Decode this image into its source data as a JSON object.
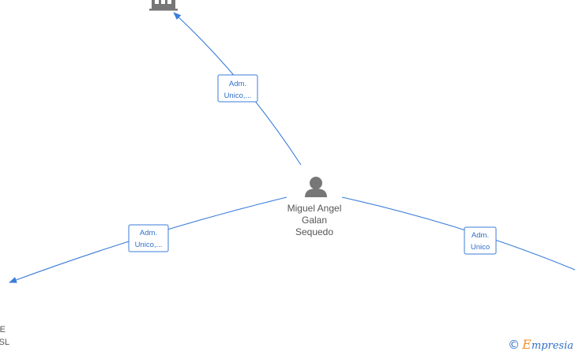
{
  "center_person": {
    "icon": "person-icon",
    "name_lines": [
      "Miguel Angel",
      "Galan",
      "Sequedo"
    ]
  },
  "top_company": {
    "icon": "building-icon"
  },
  "edges": [
    {
      "id": "top",
      "label_lines": [
        "Adm.",
        "Unico,..."
      ]
    },
    {
      "id": "left",
      "label_lines": [
        "Adm.",
        "Unico,..."
      ]
    },
    {
      "id": "right",
      "label_lines": [
        "Adm.",
        "Unico"
      ]
    }
  ],
  "left_company": {
    "label_lines": [
      "E",
      "SL"
    ]
  },
  "brand": {
    "copyright": "©",
    "first_letter": "E",
    "rest": "mpresia"
  },
  "colors": {
    "edge": "#3b7dd8",
    "node": "#777777",
    "text": "#555555",
    "brand_accent": "#f0912e"
  }
}
